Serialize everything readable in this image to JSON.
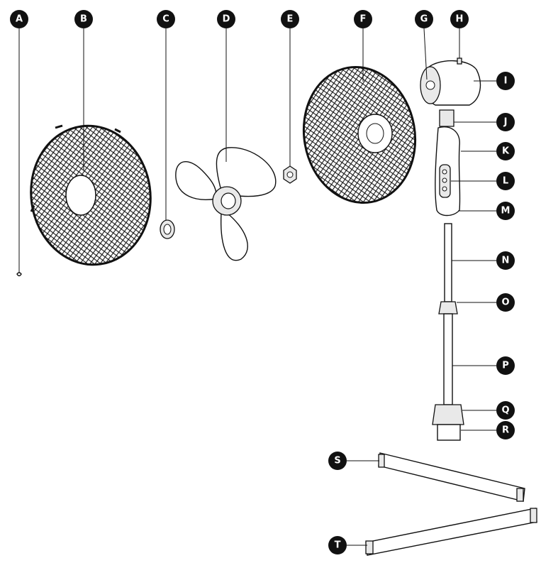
{
  "labels": [
    "A",
    "B",
    "C",
    "D",
    "E",
    "F",
    "G",
    "H",
    "I",
    "J",
    "K",
    "L",
    "M",
    "N",
    "O",
    "P",
    "Q",
    "R",
    "S",
    "T"
  ],
  "colors": {
    "badge": "#111111",
    "badge_text": "#ffffff",
    "line": "#111111",
    "part_fill": "#e9e9e9"
  }
}
